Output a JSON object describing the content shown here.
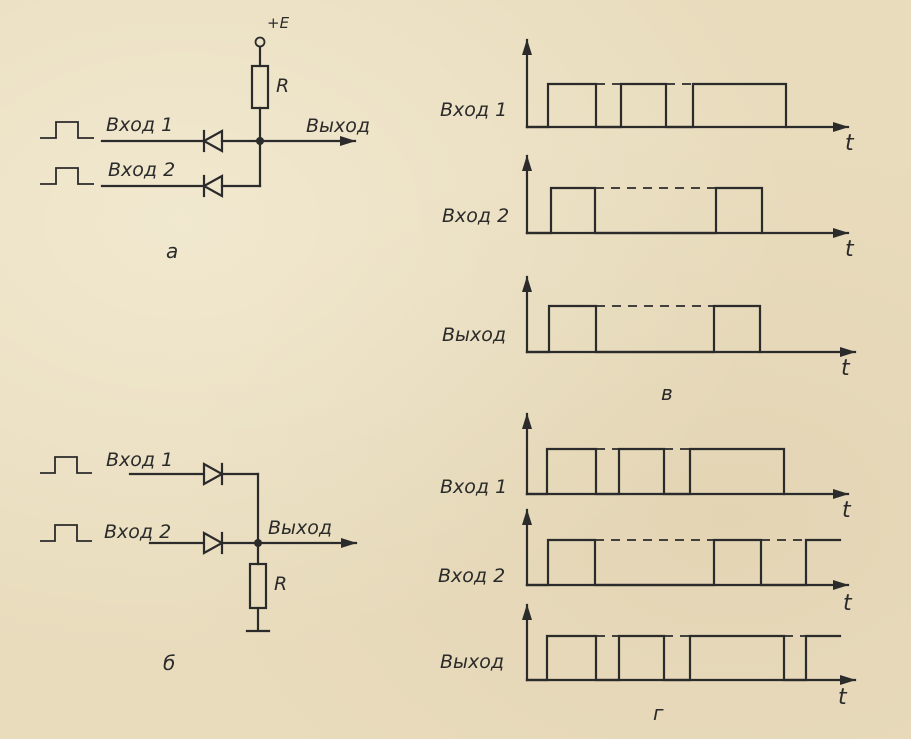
{
  "circuit_a": {
    "supply": "+E",
    "resistor": "R",
    "input1": "Вход 1",
    "input2": "Вход 2",
    "output": "Выход",
    "caption": "а"
  },
  "circuit_b": {
    "resistor": "R",
    "input1": "Вход 1",
    "input2": "Вход 2",
    "output": "Выход",
    "caption": "б"
  },
  "timing_v": {
    "caption": "в",
    "rows": [
      {
        "label": "Вход 1",
        "axis": "t"
      },
      {
        "label": "Вход 2",
        "axis": "t"
      },
      {
        "label": "Выход",
        "axis": "t"
      }
    ]
  },
  "timing_g": {
    "caption": "г",
    "rows": [
      {
        "label": "Вход 1",
        "axis": "t"
      },
      {
        "label": "Вход 2",
        "axis": "t"
      },
      {
        "label": "Выход",
        "axis": "t"
      }
    ]
  }
}
